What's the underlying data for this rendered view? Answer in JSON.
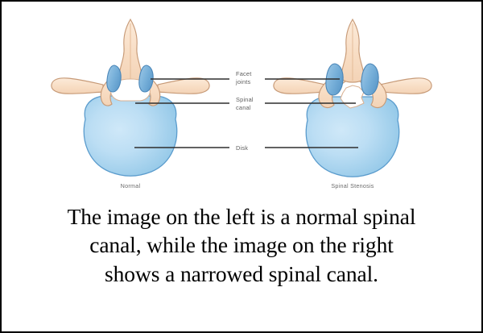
{
  "image": {
    "border_color": "#000000",
    "background_color": "#ffffff"
  },
  "diagram": {
    "type": "medical-illustration",
    "subject": "lumbar vertebra cross-section comparison",
    "colors": {
      "bone_fill": "#f8ddc4",
      "bone_fill_light": "#fcecdb",
      "bone_stroke": "#c79a77",
      "facet_fill": "#7cb4dd",
      "facet_fill_dark": "#5b9ccd",
      "facet_stroke": "#4a86b8",
      "disk_fill": "#b9dcf2",
      "disk_fill_edge": "#8dc3e4",
      "disk_stroke": "#5b9ccd",
      "canal_fill": "#ffffff",
      "leader_line": "#2e2e2e",
      "label_text": "#5e5e5e"
    },
    "panels": [
      {
        "id": "normal",
        "caption": "Normal",
        "canal_state": "wide open spinal canal"
      },
      {
        "id": "stenosis",
        "caption": "Spinal Stenosis",
        "canal_state": "narrowed irregular spinal canal"
      }
    ],
    "callouts": [
      {
        "id": "facet-joints",
        "line1": "Facet",
        "line2": "joints"
      },
      {
        "id": "spinal-canal",
        "line1": "Spinal",
        "line2": "canal"
      },
      {
        "id": "disk",
        "line1": "Disk",
        "line2": ""
      }
    ]
  },
  "caption": {
    "line1": "The image on the left is a normal spinal",
    "line2": "canal, while the image on the right",
    "line3": "shows a narrowed spinal canal."
  }
}
